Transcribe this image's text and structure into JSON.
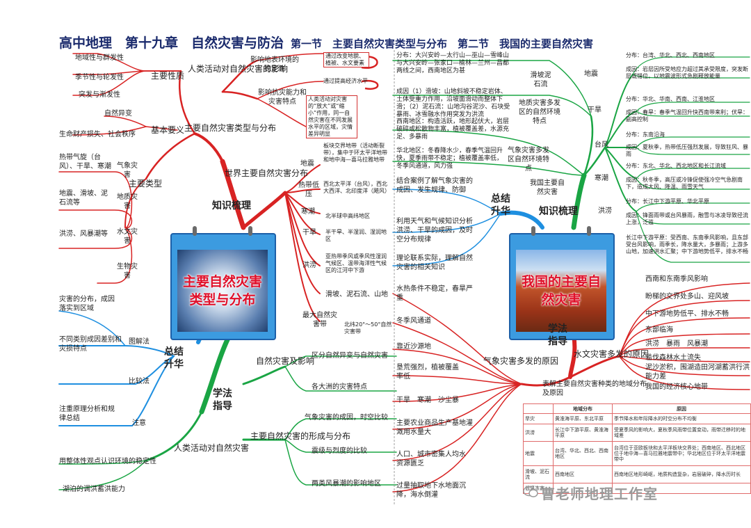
{
  "title": {
    "main": "高中地理　第十九章　自然灾害与防治",
    "sub": "第一节　主要自然灾害类型与分布　第二节　我国的主要自然灾害"
  },
  "cards": {
    "left": "主要自然灾害类型与分布",
    "right": "我国的主要自然灾害"
  },
  "left": {
    "zhishi": "知识梳理",
    "xuefa": "学法指导",
    "zongjie": "总结升华",
    "types": {
      "label": "主要自然灾害类型与分布",
      "xingzhi": {
        "label": "主要性质",
        "items": [
          "地域性与群发性",
          "季节性与轮发性",
          "突发与渐发性"
        ]
      },
      "yaoyi": {
        "label": "基本要义",
        "items": [
          "自然异变",
          "生命财产损失、社会秩序"
        ]
      },
      "leixing": {
        "label": "主要类型",
        "qixiang": "气象灾害",
        "qixiang_items": "热带气旋（台风）、干旱、寒潮",
        "dizhi": "地质灾害",
        "dizhi_items": "地震、滑坡、泥石流等",
        "shuiwen": "水文灾害",
        "shuiwen_items": "洪涝、风暴潮等",
        "shengwu": "生物灾害"
      }
    },
    "human": {
      "label": "人类活动对自然灾害的影响",
      "n1": "影响地表环境的稳定性",
      "n2": "影响抗灾能力和灾害特点",
      "b1": "通过改变地貌、植被、水文要素",
      "b2": "通过提高经济水平",
      "b3": "人类活动对灾害的“放大”或“缩小”作用，同一自然灾害在不同发展水平的区域，灾情差异明显"
    },
    "world": {
      "label": "世界主要自然灾害分布",
      "dizhen": "地震",
      "dizhen_d": "板块交界地带（活动断裂带），集中于环太平洋地带和地中海—喜马拉雅地带",
      "redai": "热带低压",
      "redai_d": "西北太平洋（台风），西北大西洋、北印度洋（飓风）",
      "hanchao": "寒潮",
      "hanchao_d": "北半球中高纬地区",
      "ganhan": "干旱",
      "ganhan_d": "半干旱、半湿润、湿润地区",
      "honglao": "洪涝",
      "honglao_d": "亚热带季风或季风性湿润气候区、温带海洋性气候区的江河中下游",
      "huapo": "滑坡、泥石流、山地",
      "zuida": "最大自然灾害带",
      "zuida_d": "北纬20°～50°自然灾害带"
    },
    "guide": {
      "label": "学法指导",
      "a": "自然灾害及影响",
      "a1": "区分自然异变与自然灾害",
      "a2": "各大洲的灾害特点",
      "b": "主要自然灾害的形成与分布",
      "b1": "气象灾害的成因，时空比较",
      "b2": "震级与烈度的比较",
      "b3": "两类风暴潮的影响地区"
    },
    "summary": {
      "label": "总结升华",
      "tujie": "图解法",
      "tujie_d": "灾害的分布，成因落实到区域",
      "bijiao": "比较法",
      "bijiao_d": "不同类别成因差别和灾损特点",
      "zhuyi": "注意",
      "zhuyi_d": "注重原理分析和规律总结",
      "renlei": "人类活动对自然灾害",
      "r1": "用整体性观点认识环境的稳定性",
      "r2": "湖泊的调洪蓄洪能力"
    }
  },
  "right": {
    "zhishi": "知识梳理",
    "xuefa": "学法指导",
    "zongjie": "总结升华",
    "huapo": {
      "label": "滑坡泥石流",
      "d1": "分布：大兴安岭—太行山—巫山—雪峰山与大兴安岭—张家口—榆林—兰州—昌都两线之间，西南地区为甚",
      "d2": "成因（1）滑坡：山地斜坡不稳定岩体、土体受重力作用，沿坡面滑动而整体下滑；（2）泥石流：山地沟谷泥沙、石块受暴雨、冰雪融水作用突发为洪流"
    },
    "dizhi": {
      "label": "地质灾害多发区的自然环境特点",
      "d": "西南地区：构造活跃，地形起伏大，岩层破碎或松散物丰富，植被覆盖差，水源充足、多暴雨"
    },
    "qixiang": {
      "label": "气象灾害多发区自然环境特点",
      "d": "华北地区：冬春降水少，春季气温回升快，夏季雨带不稳定；植被覆盖率低，冬季风通道，风力强"
    },
    "major": {
      "label": "我国主要自然灾害",
      "dizhen": "地震",
      "dizhen_f": "分布：台湾、华北、西北、西南地区",
      "dizhen_c": "成因：岩层因所受地应力超过其承受限度，突发断层或错位，以地震波形式急剧释放能量",
      "ganhan": "干旱",
      "ganhan_f": "分布：华北、华南、西南、江淮地区",
      "ganhan_c": "成因：春旱：春季气温回升快西南带来利；伏旱：副高控制",
      "taifeng": "台风",
      "taifeng_f": "分布：东南沿海",
      "taifeng_c": "成因：夏秋季，热带低压强烈发展，导致狂风、暴雨",
      "hanchao": "寒潮",
      "hanchao_f": "分布：东北、华北、西北地区和长江流域",
      "hanchao_c": "成因：秋冬季，高压或冷锋促使强冷空气急剧南下，造成大风、降温、雨雪天气",
      "honglao": "洪涝",
      "honglao_f": "分布：长江中下游平原、华北平原",
      "honglao_c": "成因：锋面雨带或台风暴雨，融雪与冰凌导致径流上涨，泛滥",
      "changjiang": "长江中下游平原：受西南、东南季风影响，且东部受台风影响，雨季长，降水量大，多暴雨；上游多山地，加速洪水汇聚；中下游地势低平，排水不畅"
    },
    "summary": {
      "a": "结合案例了解气象灾害的成因、发生规律、防御",
      "b": "利用天气和气候知识分析洪涝、干旱的成因，及时空分布规律",
      "c": "理论联系实际，理解自然灾害的相关知识"
    },
    "shuiwen": {
      "label": "水文灾害多发的原因",
      "items": [
        "西南和东南季风影响",
        "盼梯的交界处多山、迎风坡",
        "中下游地势低平、排水不畅",
        "东部临海",
        "洪涝　暴雨　风暴潮",
        "滥伐森林水土流失",
        "泥沙淤积，围湖造田河湖蓄洪行洪能力差",
        "我国的经济核心地带"
      ]
    },
    "qixiangreason": {
      "label": "气象灾害多发的原因",
      "items": [
        "水热条件不稳定，春旱严重",
        "冬季风通道",
        "靠近沙源地",
        "垦荒强烈，植被覆盖率低",
        "干旱　寒潮　沙尘暴",
        "主要农业商品生产基地灌溉用水量大",
        "人口、城市密集人均水资源匮乏",
        "过量抽取地下水地面沉降，海水倒灌"
      ]
    },
    "biaojie": "表解主要自然灾害种类的地域分布及原因",
    "table": {
      "head": [
        "",
        "地域分布",
        "原因"
      ],
      "rows": [
        [
          "旱灾",
          "黄淮海平原、东北平原",
          "季节降水和年际降水的时空分布不均衡"
        ],
        [
          "洪涝",
          "长江中下游平原、黄淮海平原",
          "受夏季风的影响大，夏秋季风雨带位置变动，雨带迁移时的地域差"
        ],
        [
          "地震",
          "台湾、华北、西北、西南地区",
          "台湾位于亚欧板块和太平洋板块交界处；西南地区、西北地区位于地中海—喜马拉雅地震带中；华北地区位于环太平洋地震带中"
        ],
        [
          "滑坡、泥石流",
          "西南地区",
          "西南地区地形崎岖，地质构造复杂，岩层破碎，降水历时长"
        ],
        [
          "低温冻害",
          "",
          ""
        ]
      ]
    }
  },
  "watermark": "曹老师地理工作室",
  "colors": {
    "red": "#d82323",
    "blue": "#1e8fe0",
    "green": "#1aa544",
    "title": "#1a2a6c"
  }
}
